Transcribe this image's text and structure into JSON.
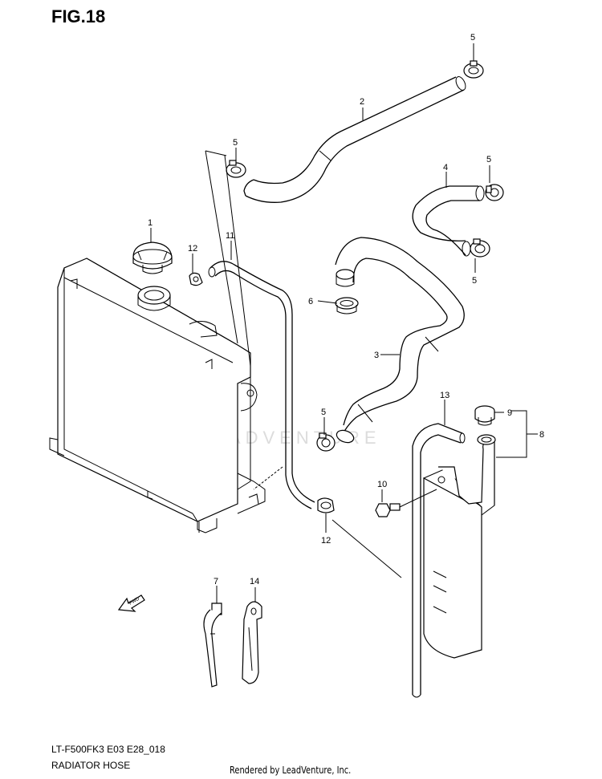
{
  "figure": {
    "title": "FIG.18",
    "model_code": "LT-F500FK3 E03 E28_018",
    "section_name": "RADIATOR HOSE",
    "render_credit": "Rendered by LeadVenture, Inc.",
    "watermark": "LEADVENTURE"
  },
  "callouts": {
    "c1": "1",
    "c2": "2",
    "c3": "3",
    "c4": "4",
    "c5a": "5",
    "c5b": "5",
    "c5c": "5",
    "c5d": "5",
    "c5e": "5",
    "c6": "6",
    "c7": "7",
    "c8": "8",
    "c9": "9",
    "c10": "10",
    "c11": "11",
    "c12a": "12",
    "c12b": "12",
    "c13": "13",
    "c14": "14"
  },
  "fwd_arrow_label": "FWD",
  "colors": {
    "line": "#000000",
    "watermark": "#dcdcdc",
    "background": "#ffffff"
  }
}
